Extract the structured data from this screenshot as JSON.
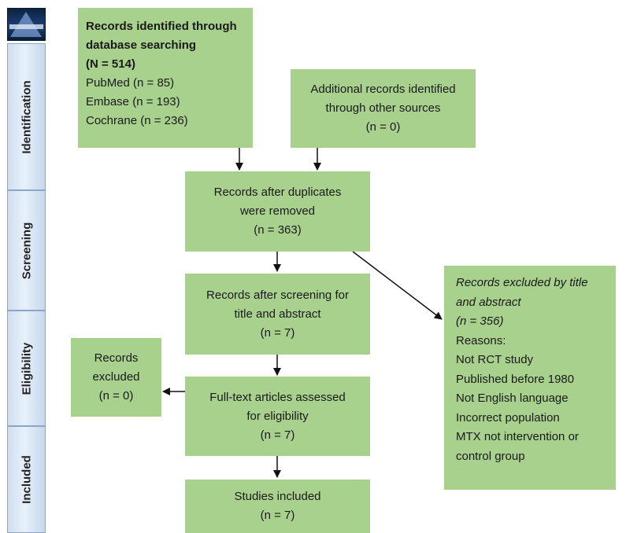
{
  "stages": [
    {
      "label": "Identification"
    },
    {
      "label": "Screening"
    },
    {
      "label": "Eligibility"
    },
    {
      "label": "Included"
    }
  ],
  "logo": {
    "name": "prisma-logo"
  },
  "boxes": {
    "database": {
      "title1": "Records identified through",
      "title2": "database searching",
      "total": "(N = 514)",
      "pubmed": "PubMed (n = 85)",
      "embase": "Embase (n = 193)",
      "cochrane": "Cochrane (n = 236)"
    },
    "additional": {
      "l1": "Additional records identified",
      "l2": "through other sources",
      "l3": "(n = 0)"
    },
    "duplicates": {
      "l1": "Records after duplicates",
      "l2": "were removed",
      "l3": "(n = 363)"
    },
    "screening": {
      "l1": "Records after screening for",
      "l2": "title and abstract",
      "l3": "(n = 7)"
    },
    "excluded_title": {
      "l1": "Records excluded by title",
      "l2": "and abstract",
      "l3": "(n = 356)",
      "reasons_label": "Reasons:",
      "reasons": [
        "Not RCT study",
        "Published before 1980",
        "Not English language",
        "Incorrect population",
        "MTX not intervention or",
        "control group"
      ]
    },
    "records_excluded": {
      "l1": "Records",
      "l2": "excluded",
      "l3": "(n = 0)"
    },
    "fulltext": {
      "l1": "Full-text articles assessed",
      "l2": "for eligibility",
      "l3": "(n = 7)"
    },
    "included": {
      "l1": "Studies included",
      "l2": "(n = 7)"
    }
  }
}
